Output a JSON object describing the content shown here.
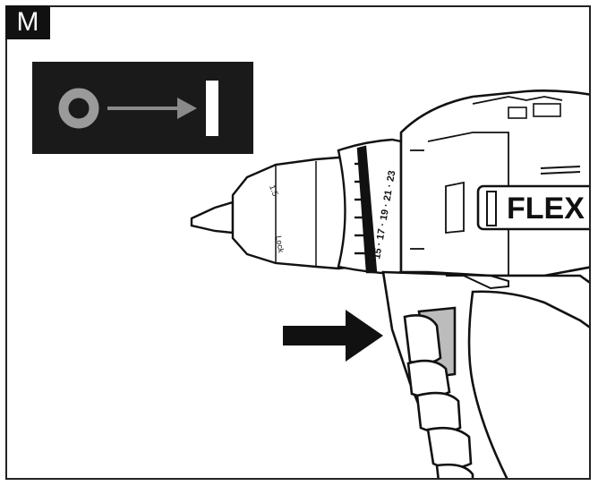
{
  "figure": {
    "label": "M",
    "brand_text": "FLEX",
    "switch_icons": [
      "off-circle-icon",
      "arrow-right-icon",
      "on-bar-icon"
    ],
    "arrow_icon": "arrow-right-icon",
    "speed_ring_text": "15 · 17 · 19 · 21 · 23"
  },
  "colors": {
    "panel_bg": "#1a1a1a",
    "symbol_gray": "#9a9a9a",
    "line": "#111111"
  }
}
